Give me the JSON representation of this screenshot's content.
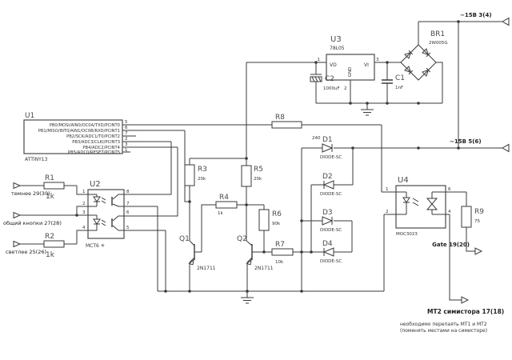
{
  "components": {
    "u1": {
      "ref": "U1",
      "part": "ATTINY13",
      "pins": [
        {
          "num": "5",
          "label": "PB0/MOSI/AIN0/OC0A/TXD/PCINT0"
        },
        {
          "num": "6",
          "label": "PB1/MISO/INT0/AIN1/OC0B/RXD/PCINT1"
        },
        {
          "num": "7",
          "label": "PB2/SCK/ADC1/T0/PCINT2"
        },
        {
          "num": "2",
          "label": "PB3/ADC3/CLKI/PCINT3"
        },
        {
          "num": "3",
          "label": "PB4/ADC2/PCINT4"
        },
        {
          "num": "1",
          "label": "PB5/ADC0/RESET/PCINT5"
        }
      ]
    },
    "u2": {
      "ref": "U2",
      "part": "MCT6 ✳",
      "pins_left": [
        "1",
        "2",
        "3",
        "4"
      ],
      "pins_right": [
        "8",
        "7",
        "6",
        "5"
      ]
    },
    "u3": {
      "ref": "U3",
      "part": "78L05",
      "pin_in_label": "VD",
      "pin_out_label": "VI",
      "pin_gnd_label": "GND",
      "pin_in": "1",
      "pin_out": "3",
      "pin_gnd": "2"
    },
    "u4": {
      "ref": "U4",
      "part": "MOC3023",
      "pin1": "1",
      "pin2": "2",
      "pin6": "6",
      "pin4": "4"
    },
    "br1": {
      "ref": "BR1",
      "part": "2W005G"
    },
    "c1": {
      "ref": "C1",
      "value": "1nF"
    },
    "c2": {
      "ref": "C2",
      "value": "1000uF"
    },
    "r1": {
      "ref": "R1",
      "value": "1k"
    },
    "r2": {
      "ref": "R2",
      "value": "1k"
    },
    "r3": {
      "ref": "R3",
      "value": "20k"
    },
    "r4": {
      "ref": "R4",
      "value": "1k"
    },
    "r5": {
      "ref": "R5",
      "value": "20k"
    },
    "r6": {
      "ref": "R6",
      "value": "90k"
    },
    "r7": {
      "ref": "R7",
      "value": "10k"
    },
    "r8": {
      "ref": "R8",
      "value": "240"
    },
    "r9": {
      "ref": "R9",
      "value": "75"
    },
    "q1": {
      "ref": "Q1",
      "part": "2N1711"
    },
    "q2": {
      "ref": "Q2",
      "part": "2N1711"
    },
    "d1": {
      "ref": "D1",
      "part": "DIODE-SC"
    },
    "d2": {
      "ref": "D2",
      "part": "DIODE-SC"
    },
    "d3": {
      "ref": "D3",
      "part": "DIODE-SC"
    },
    "d4": {
      "ref": "D4",
      "part": "DIODE-SC"
    }
  },
  "terminals": {
    "ac_top": "~15В 3(4)",
    "ac_mid": "~15В 5(6)",
    "btn_darker": "темнее 29(30)",
    "btn_common": "общий кнопки 27(28)",
    "btn_lighter": "светлее 25(26)",
    "gate": "Gate 19(20)",
    "mt2": "МТ2 симистора 17(18)"
  },
  "notes": {
    "line1": "необходимо перепаять МТ1 и МТ2",
    "line2": "(поменять местами на симисторе)"
  }
}
